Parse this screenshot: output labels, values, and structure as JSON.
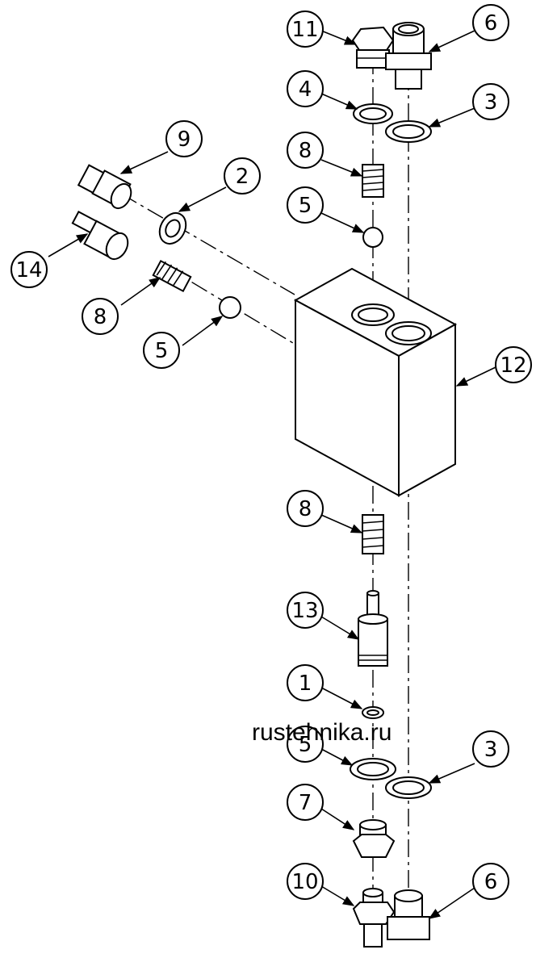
{
  "watermark": "rustehnika.ru",
  "callouts": [
    {
      "id": "c11a",
      "label": "11",
      "part": "plug-bolt-top"
    },
    {
      "id": "c6a",
      "label": "6",
      "part": "fitting-top-right"
    },
    {
      "id": "c4",
      "label": "4",
      "part": "washer-top-left"
    },
    {
      "id": "c3a",
      "label": "3",
      "part": "washer-top-right"
    },
    {
      "id": "c8a",
      "label": "8",
      "part": "spring-top"
    },
    {
      "id": "c5a",
      "label": "5",
      "part": "ball-top"
    },
    {
      "id": "c9",
      "label": "9",
      "part": "fitting-side-upper"
    },
    {
      "id": "c2",
      "label": "2",
      "part": "washer-side"
    },
    {
      "id": "c14",
      "label": "14",
      "part": "fitting-side-lower"
    },
    {
      "id": "c8b",
      "label": "8",
      "part": "spring-side"
    },
    {
      "id": "c5b",
      "label": "5",
      "part": "ball-side"
    },
    {
      "id": "c12",
      "label": "12",
      "part": "valve-block"
    },
    {
      "id": "c8c",
      "label": "8",
      "part": "spring-bottom"
    },
    {
      "id": "c13",
      "label": "13",
      "part": "piston"
    },
    {
      "id": "c1",
      "label": "1",
      "part": "o-ring"
    },
    {
      "id": "c5c",
      "label": "5",
      "part": "washer-bottom-left"
    },
    {
      "id": "c3b",
      "label": "3",
      "part": "washer-bottom-right"
    },
    {
      "id": "c7",
      "label": "7",
      "part": "nut-bottom"
    },
    {
      "id": "c10",
      "label": "10",
      "part": "fitting-bottom-left"
    },
    {
      "id": "c6b",
      "label": "6",
      "part": "fitting-bottom-right"
    }
  ]
}
